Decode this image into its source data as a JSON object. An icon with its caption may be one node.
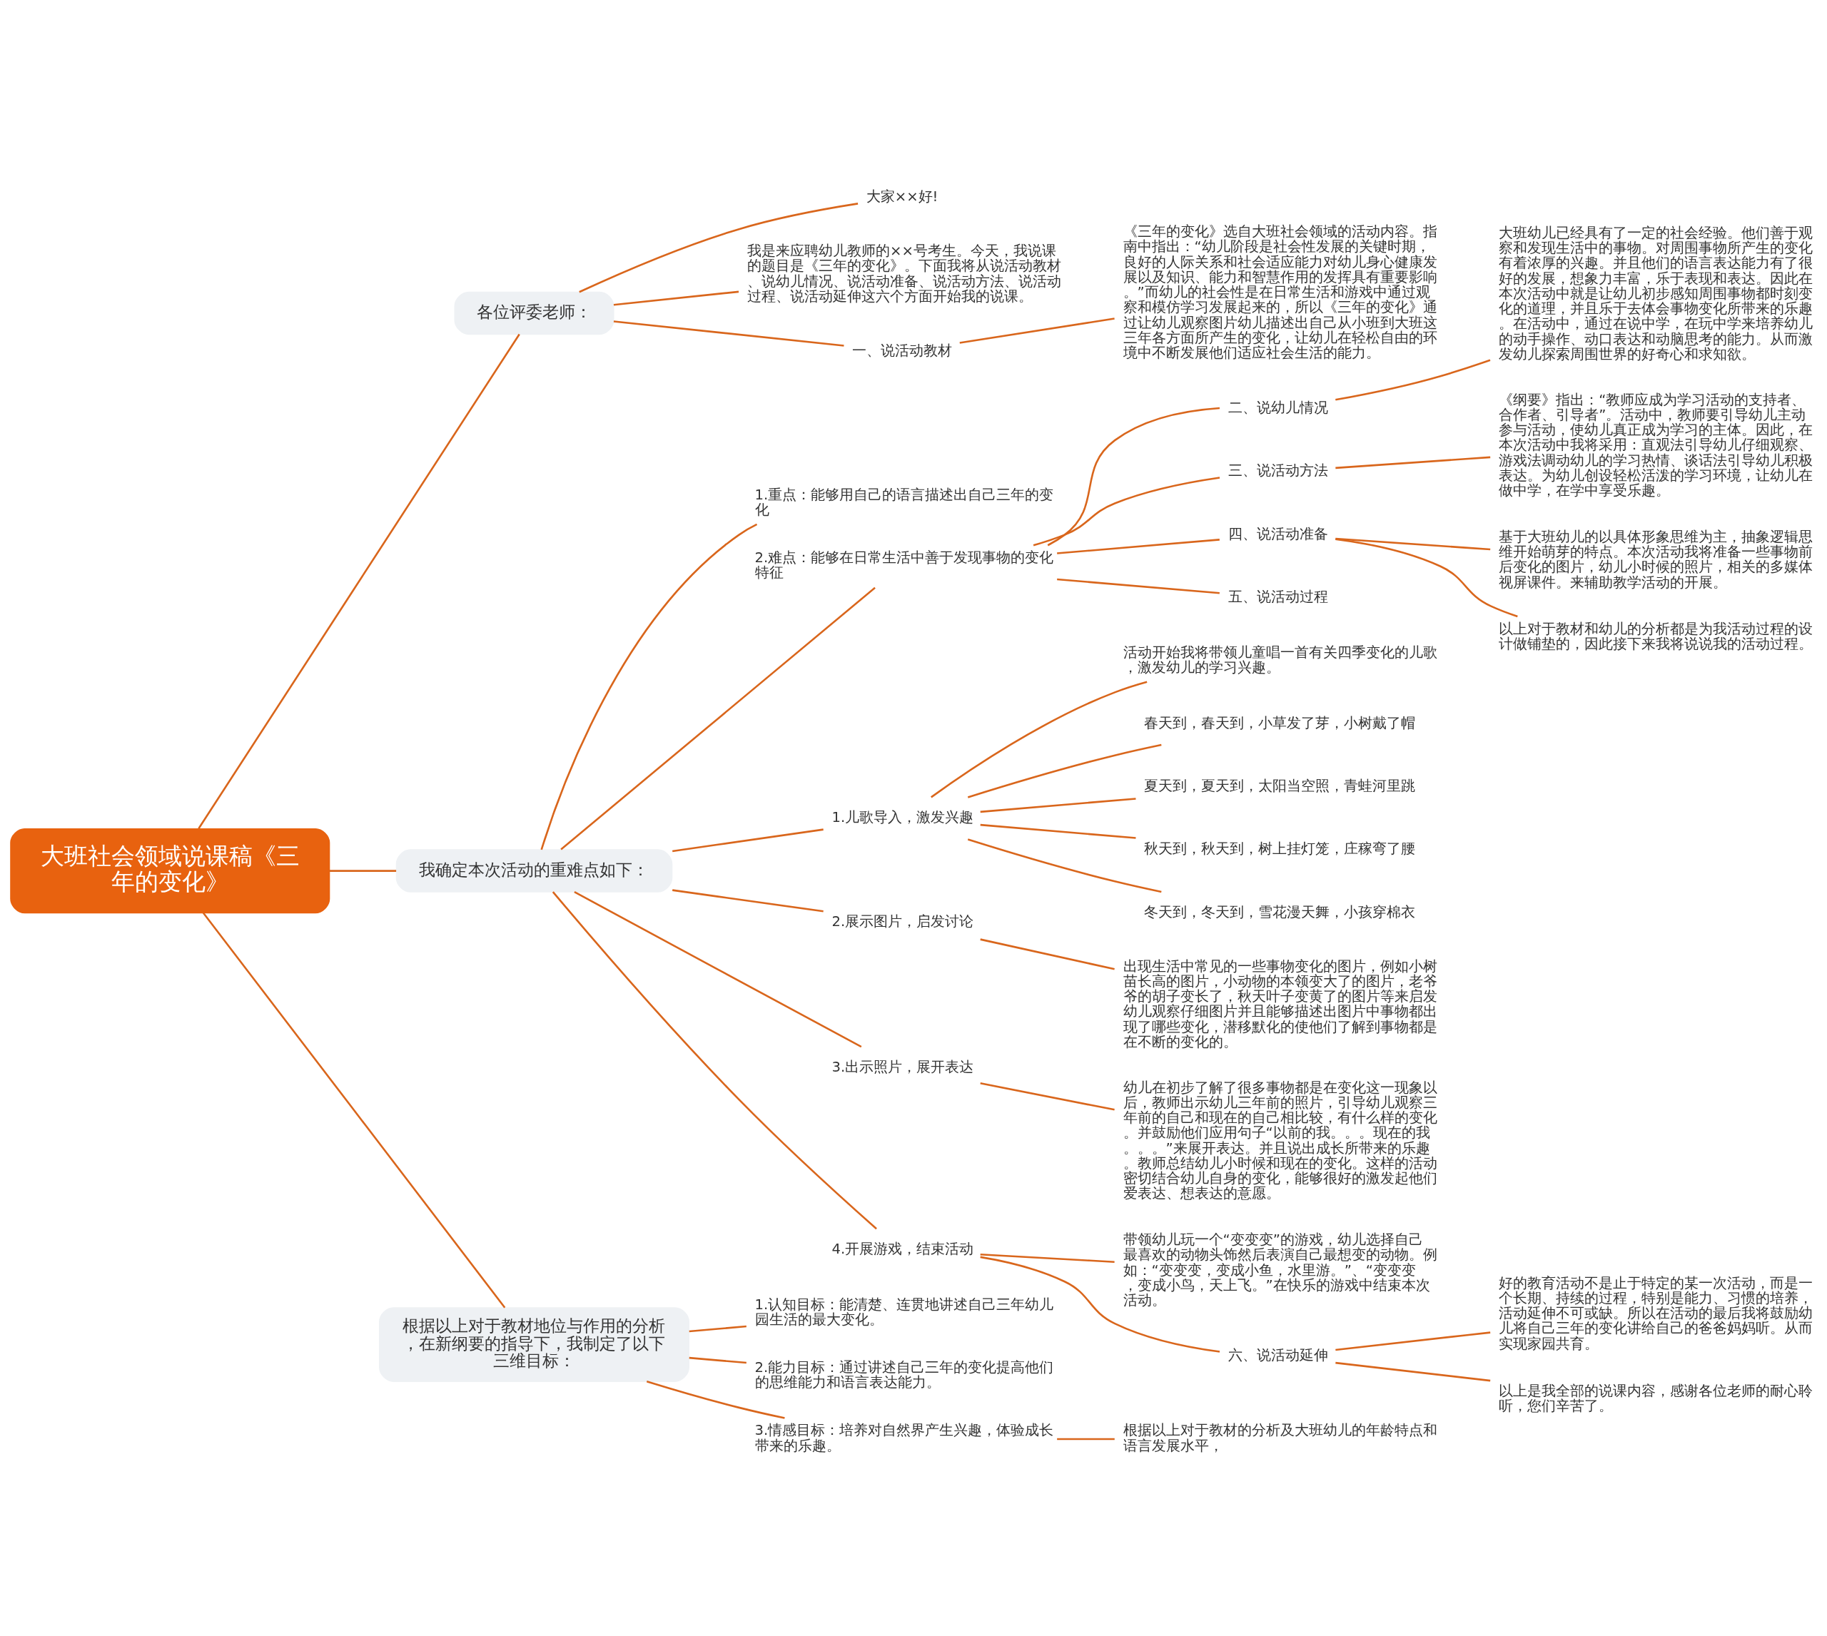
{
  "diagram": {
    "nodes": [
      {
        "text": [
          "大班社会领域说课稿《三年的变化》"
        ]
      },
      {
        "text": [
          "各位评委老师："
        ]
      },
      {
        "text": [
          "大家××好!"
        ]
      },
      {
        "text": [
          "我是来应聘幼儿教师的××号考生。今天，我说课的题目是《三年的变化》。下面我将从说活动教材、说幼儿情况、说活动准备、说活动方法、说活动过程、说活动延伸这六个方面开始我的说课。"
        ]
      },
      {
        "text": [
          "一、说活动教材"
        ]
      },
      {
        "text": [
          "《三年的变化》选自大班社会领域的活动内容。指南中指出：“幼儿阶段是社会性发展的关键时期，良好的人际关系和社会适应能力对幼儿身心健康发展以及知识、能力和智慧作用的发挥具有重要影响。”而幼儿的社会性是在日常生活和游戏中通过观察和模仿学习发展起来的，所以《三年的变化》通过让幼儿观察图片幼儿描述出自己从小班到大班这三年各方面所产生的变化，让幼儿在轻松自由的环境中不断发展他们适应社会生活的能力。"
        ]
      },
      {
        "text": [
          "我确定本次活动的重难点如下："
        ]
      },
      {
        "text": [
          "1.重点：能够用自己的语言描述出自己三年的变化"
        ]
      },
      {
        "text": [
          "2.难点：能够在日常生活中善于发现事物的变化特征"
        ]
      },
      {
        "text": [
          "二、说幼儿情况"
        ]
      },
      {
        "text": [
          "大班幼儿已经具有了一定的社会经验。他们善于观察和发现生活中的事物。对周围事物所产生的变化有着浓厚的兴趣。并且他们的语言表达能力有了很好的发展，想象力丰富，乐于表现和表达。因此在本次活动中就是让幼儿初步感知周围事物都时刻变化的道理，并且乐于去体会事物变化所带来的乐趣。在活动中，通过在说中学，在玩中学来培养幼儿的动手操作、动口表达和动脑思考的能力。从而激发幼儿探索周围世界的好奇心和求知欲。"
        ]
      },
      {
        "text": [
          "三、说活动方法"
        ]
      },
      {
        "text": [
          "《纲要》指出：“教师应成为学习活动的支持者、合作者、引导者”。活动中，教师要引导幼儿主动参与活动，使幼儿真正成为学习的主体。因此，在本次活动中我将采用：直观法引导幼儿仔细观察、游戏法调动幼儿的学习热情、谈话法引导幼儿积极表达。为幼儿创设轻松活泼的学习环境，让幼儿在做中学，在学中享受乐趣。"
        ]
      },
      {
        "text": [
          "四、说活动准备"
        ]
      },
      {
        "text": [
          "基于大班幼儿的以具体形象思维为主，抽象逻辑思维开始萌芽的特点。本次活动我将准备一些事物前后变化的图片，幼儿小时候的照片，相关的多媒体视屏课件。来辅助教学活动的开展。"
        ]
      },
      {
        "text": [
          "以上对于教材和幼儿的分析都是为我活动过程的设计做铺垫的，因此接下来我将说说我的活动过程。"
        ]
      },
      {
        "text": [
          "五、说活动过程"
        ]
      },
      {
        "text": [
          "1.儿歌导入，激发兴趣"
        ]
      },
      {
        "text": [
          "活动开始我将带领儿童唱一首有关四季变化的儿歌，激发幼儿的学习兴趣。"
        ]
      },
      {
        "text": [
          "春天到，春天到，小草发了芽，小树戴了帽"
        ]
      },
      {
        "text": [
          "夏天到，夏天到，太阳当空照，青蛙河里跳"
        ]
      },
      {
        "text": [
          "秋天到，秋天到，树上挂灯笼，庄稼弯了腰"
        ]
      },
      {
        "text": [
          "冬天到，冬天到，雪花漫天舞，小孩穿棉衣"
        ]
      },
      {
        "text": [
          "2.展示图片，启发讨论"
        ]
      },
      {
        "text": [
          "出现生活中常见的一些事物变化的图片，例如小树苗长高的图片，小动物的本领变大了的图片，老爷爷的胡子变长了，秋天叶子变黄了的图片等来启发幼儿观察仔细图片并且能够描述出图片中事物都出现了哪些变化，潜移默化的使他们了解到事物都是在不断的变化的。"
        ]
      },
      {
        "text": [
          "3.出示照片，展开表达"
        ]
      },
      {
        "text": [
          "幼儿在初步了解了很多事物都是在变化这一现象以后，教师出示幼儿三年前的照片，引导幼儿观察三年前的自己和现在的自己相比较，有什么样的变化。并鼓励他们应用句子“以前的我。。。现在的我。。。”来展开表达。并且说出成长所带来的乐趣。教师总结幼儿小时候和现在的变化。这样的活动密切结合幼儿自身的变化，能够很好的激发起他们爱表达、想表达的意愿。"
        ]
      },
      {
        "text": [
          "4.开展游戏，结束活动"
        ]
      },
      {
        "text": [
          "带领幼儿玩一个“变变变”的游戏，幼儿选择自己最喜欢的动物头饰然后表演自己最想变的动物。例如：“变变变，变成小鱼，水里游。”、“变变变，变成小鸟，天上飞。”在快乐的游戏中结束本次活动。"
        ]
      },
      {
        "text": [
          "六、说活动延伸"
        ]
      },
      {
        "text": [
          "好的教育活动不是止于特定的某一次活动，而是一个长期、持续的过程，特别是能力、习惯的培养，活动延伸不可或缺。所以在活动的最后我将鼓励幼儿将自己三年的变化讲给自己的爸爸妈妈听。从而实现家园共育。"
        ]
      },
      {
        "text": [
          "以上是我全部的说课内容，感谢各位老师的耐心聆听，您们辛苦了。"
        ]
      },
      {
        "text": [
          "根据以上对于教材地位与作用的分析，在新纲要的指导下，我制定了以下三维目标："
        ]
      },
      {
        "text": [
          "1.认知目标：能清楚、连贯地讲述自己三年幼儿园生活的最大变化。"
        ]
      },
      {
        "text": [
          "2.能力目标：通过讲述自己三年的变化提高他们的思维能力和语言表达能力。"
        ]
      },
      {
        "text": [
          "3.情感目标：培养对自然界产生兴趣，体验成长带来的乐趣。"
        ]
      },
      {
        "text": [
          "根据以上对于教材的分析及大班幼儿的年龄特点和语言发展水平，"
        ]
      }
    ],
    "edges": [
      {
        "from": 0,
        "to": 1,
        "arrow": "none"
      },
      {
        "from": 1,
        "to": 2,
        "arrow": "none"
      },
      {
        "from": 1,
        "to": 3,
        "arrow": "none"
      },
      {
        "from": 1,
        "to": 4,
        "arrow": "none"
      },
      {
        "from": 4,
        "to": 5,
        "arrow": "none"
      },
      {
        "from": 0,
        "to": 6,
        "arrow": "none"
      },
      {
        "from": 6,
        "to": 7,
        "arrow": "none"
      },
      {
        "from": 6,
        "to": 8,
        "arrow": "none"
      },
      {
        "from": 8,
        "to": 9,
        "arrow": "none"
      },
      {
        "from": 9,
        "to": 10,
        "arrow": "none"
      },
      {
        "from": 8,
        "to": 11,
        "arrow": "none"
      },
      {
        "from": 11,
        "to": 12,
        "arrow": "none"
      },
      {
        "from": 8,
        "to": 13,
        "arrow": "none"
      },
      {
        "from": 13,
        "to": 14,
        "arrow": "none"
      },
      {
        "from": 13,
        "to": 15,
        "arrow": "none"
      },
      {
        "from": 8,
        "to": 16,
        "arrow": "none"
      },
      {
        "from": 6,
        "to": 17,
        "arrow": "none"
      },
      {
        "from": 17,
        "to": 18,
        "arrow": "none"
      },
      {
        "from": 17,
        "to": 19,
        "arrow": "none"
      },
      {
        "from": 17,
        "to": 20,
        "arrow": "none"
      },
      {
        "from": 17,
        "to": 21,
        "arrow": "none"
      },
      {
        "from": 17,
        "to": 22,
        "arrow": "none"
      },
      {
        "from": 6,
        "to": 23,
        "arrow": "none"
      },
      {
        "from": 23,
        "to": 24,
        "arrow": "none"
      },
      {
        "from": 6,
        "to": 25,
        "arrow": "none"
      },
      {
        "from": 25,
        "to": 26,
        "arrow": "none"
      },
      {
        "from": 6,
        "to": 27,
        "arrow": "none"
      },
      {
        "from": 27,
        "to": 28,
        "arrow": "none"
      },
      {
        "from": 27,
        "to": 29,
        "arrow": "none"
      },
      {
        "from": 29,
        "to": 30,
        "arrow": "none"
      },
      {
        "from": 29,
        "to": 31,
        "arrow": "none"
      },
      {
        "from": 0,
        "to": 32,
        "arrow": "none"
      },
      {
        "from": 32,
        "to": 33,
        "arrow": "none"
      },
      {
        "from": 32,
        "to": 34,
        "arrow": "none"
      },
      {
        "from": 32,
        "to": 35,
        "arrow": "none"
      },
      {
        "from": 35,
        "to": 36,
        "arrow": "none"
      }
    ]
  }
}
